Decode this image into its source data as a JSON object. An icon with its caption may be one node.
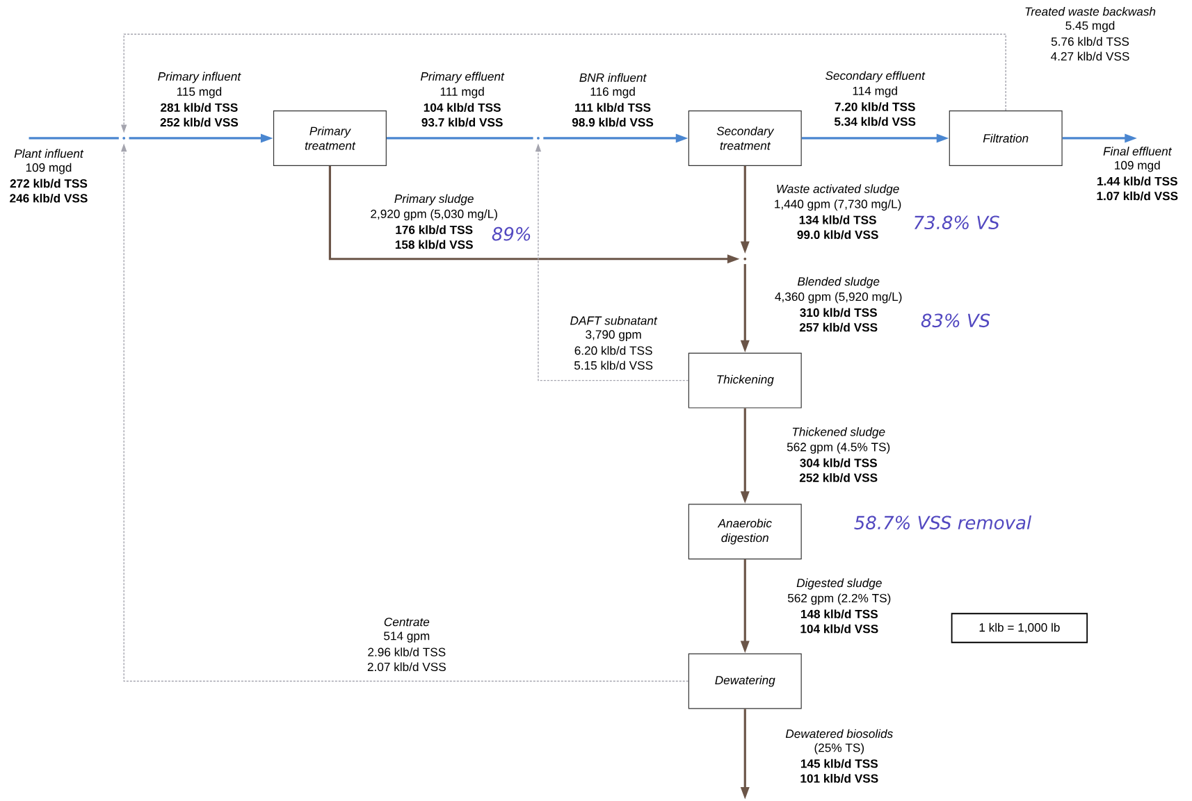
{
  "diagram": {
    "nodes": [
      {
        "text": [
          "Primary treatment"
        ]
      },
      {
        "text": [
          "Secondary treatment"
        ]
      },
      {
        "text": [
          "Filtration"
        ]
      },
      {
        "text": [
          "Thickening"
        ]
      },
      {
        "text": [
          "Anaerobic digestion"
        ]
      },
      {
        "text": [
          "Dewatering"
        ]
      },
      {
        "text": [
          "1 klb = 1,000 lb"
        ]
      },
      {
        "text": [],
        "shape": "point"
      },
      {
        "text": [],
        "shape": "point"
      },
      {
        "text": [],
        "shape": "point"
      },
      {
        "text": [
          "Final effluent"
        ]
      }
    ],
    "edges": [
      {
        "from": null,
        "to": 7,
        "arrow": "none",
        "color": "#4a86d0"
      },
      {
        "from": 7,
        "to": 0,
        "arrow": "to",
        "color": "#4a86d0"
      },
      {
        "from": 0,
        "to": 8,
        "arrow": "none",
        "color": "#4a86d0"
      },
      {
        "from": 8,
        "to": 1,
        "arrow": "to",
        "color": "#4a86d0"
      },
      {
        "from": 1,
        "to": 2,
        "arrow": "to",
        "color": "#4a86d0"
      },
      {
        "from": 2,
        "to": 10,
        "arrow": "to",
        "color": "#4a86d0"
      },
      {
        "from": 2,
        "to": 7,
        "arrow": "to",
        "style": "dashed",
        "color": "#a4a4ae"
      },
      {
        "from": 0,
        "to": 9,
        "arrow": "to",
        "color": "#6b5548"
      },
      {
        "from": 1,
        "to": 9,
        "arrow": "to",
        "color": "#6b5548"
      },
      {
        "from": 9,
        "to": 3,
        "arrow": "to",
        "color": "#6b5548"
      },
      {
        "from": 3,
        "to": 8,
        "arrow": "to",
        "style": "dashed",
        "color": "#a4a4ae"
      },
      {
        "from": 3,
        "to": 4,
        "arrow": "to",
        "color": "#6b5548"
      },
      {
        "from": 4,
        "to": 5,
        "arrow": "to",
        "color": "#6b5548"
      },
      {
        "from": 5,
        "to": 7,
        "arrow": "to",
        "style": "dashed",
        "color": "#a4a4ae"
      },
      {
        "from": 5,
        "to": null,
        "arrow": "to",
        "color": "#6b5548"
      }
    ],
    "labels": [
      "Treated waste backwash",
      "5.45 mgd",
      "5.76 klb/d TSS",
      "4.27 klb/d VSS",
      "Primary influent",
      "115 mgd",
      "281 klb/d TSS",
      "252 klb/d VSS",
      "Primary effluent",
      "111 mgd",
      "104 klb/d TSS",
      "93.7 klb/d VSS",
      "BNR influent",
      "116 mgd",
      "111 klb/d TSS",
      "98.9 klb/d VSS",
      "Secondary effluent",
      "114 mgd",
      "7.20 klb/d TSS",
      "5.34 klb/d VSS",
      "Plant influent",
      "109 mgd",
      "272 klb/d TSS",
      "246 klb/d VSS",
      "109 mgd",
      "1.44 klb/d TSS",
      "1.07 klb/d VSS",
      "Waste activated sludge",
      "1,440 gpm (7,730 mg/L)",
      "134 klb/d TSS",
      "99.0 klb/d VSS",
      "73.8% VS",
      "Primary sludge",
      "2,920 gpm (5,030 mg/L)",
      "176 klb/d TSS",
      "158 klb/d VSS",
      "89%",
      "Blended sludge",
      "4,360 gpm (5,920 mg/L)",
      "310 klb/d TSS",
      "257 klb/d VSS",
      "83% VS",
      "DAFT subnatant",
      "3,790 gpm",
      "6.20 klb/d TSS",
      "5.15 klb/d VSS",
      "Thickened sludge",
      "562 gpm (4.5% TS)",
      "304 klb/d TSS",
      "252 klb/d VSS",
      "58.7% VSS removal",
      "Digested sludge",
      "562 gpm (2.2% TS)",
      "148 klb/d TSS",
      "104 klb/d VSS",
      "Centrate",
      "514 gpm",
      "2.96 klb/d TSS",
      "2.07 klb/d VSS",
      "Dewatered biosolids",
      "(25% TS)",
      "145 klb/d TSS",
      "101 klb/d VSS"
    ]
  }
}
